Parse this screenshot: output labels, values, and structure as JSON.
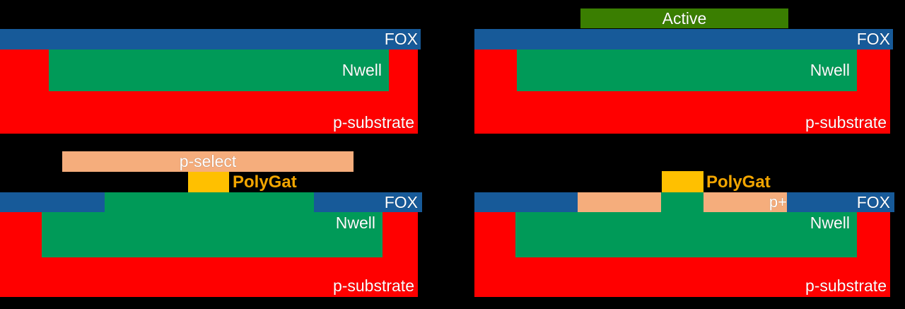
{
  "colors": {
    "background": "#000000",
    "fox_blue": "#175A99",
    "substrate_red": "#FF0000",
    "nwell_green": "#009A58",
    "active_green": "#3A7E01",
    "select_peach": "#F5AD7C",
    "poly_gold": "#FFC000",
    "poly_text": "#F2A500",
    "label_white": "#FFFFFF"
  },
  "panels": [
    {
      "step": "1",
      "labels": {
        "fox": "FOX",
        "nwell": "Nwell",
        "substrate": "p-substrate"
      }
    },
    {
      "step": "2",
      "labels": {
        "active": "Active",
        "fox": "FOX",
        "nwell": "Nwell",
        "substrate": "p-substrate"
      }
    },
    {
      "step": "3",
      "labels": {
        "pselect": "p-select",
        "polygate": "PolyGat",
        "fox": "FOX",
        "nwell": "Nwell",
        "substrate": "p-substrate"
      }
    },
    {
      "step": "4",
      "labels": {
        "polygate": "PolyGat",
        "pplus": "p+",
        "fox": "FOX",
        "nwell": "Nwell",
        "substrate": "p-substrate"
      }
    }
  ]
}
